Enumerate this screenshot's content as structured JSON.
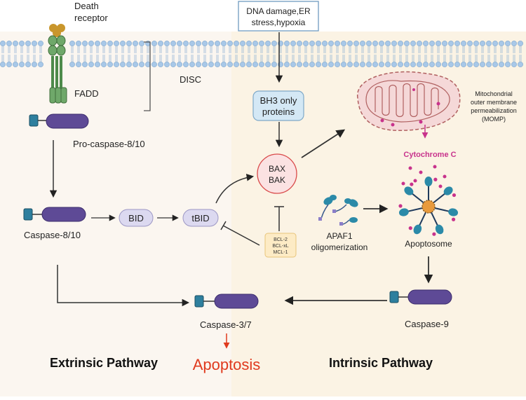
{
  "labels": {
    "death_receptor_line1": "Death",
    "death_receptor_line2": "receptor",
    "fadd": "FADD",
    "disc": "DISC",
    "stimulus_line1": "DNA damage,ER",
    "stimulus_line2": "stress,hypoxia",
    "bh3_line1": "BH3 only",
    "bh3_line2": "proteins",
    "momp_line1": "Mitochondrial",
    "momp_line2": "outer membrane",
    "momp_line3": "permeabilization",
    "momp_line4": "(MOMP)",
    "cytochrome_c": "Cytochrome C",
    "pro_caspase": "Pro-caspase-8/10",
    "caspase_8_10": "Caspase-8/10",
    "bid": "BID",
    "tbid": "tBID",
    "bax": "BAX",
    "bak": "BAK",
    "bcl2": "BCL-2",
    "bclxl": "BCL-xL",
    "mcl1": "MCL-1",
    "apaf1_line1": "APAF1",
    "apaf1_line2": "oligomerization",
    "apoptosome": "Apoptosome",
    "caspase_9": "Caspase-9",
    "caspase_3_7": "Caspase-3/7",
    "apoptosis": "Apoptosis",
    "extrinsic": "Extrinsic Pathway",
    "intrinsic": "Intrinsic Pathway"
  },
  "colors": {
    "left_background": "#fbf6f0",
    "right_background": "#fbf3e4",
    "membrane_head": "#a8c8e8",
    "receptor_green": "#6fa86a",
    "receptor_gold": "#c9962c",
    "caspase_purple": "#5e4a96",
    "caspase_teal": "#2e7f9e",
    "bid_fill": "#dcd9f0",
    "bax_fill": "#fbe2e2",
    "bax_stroke": "#d94a4a",
    "bcl_fill": "#fdebc5",
    "bh3_fill": "#d4e8f5",
    "mito_fill": "#f5d8d8",
    "mito_stroke": "#b06060",
    "cytochrome": "#c8338c",
    "apoptosis_red": "#e03a1e",
    "apaf_teal": "#2b8aa8"
  }
}
